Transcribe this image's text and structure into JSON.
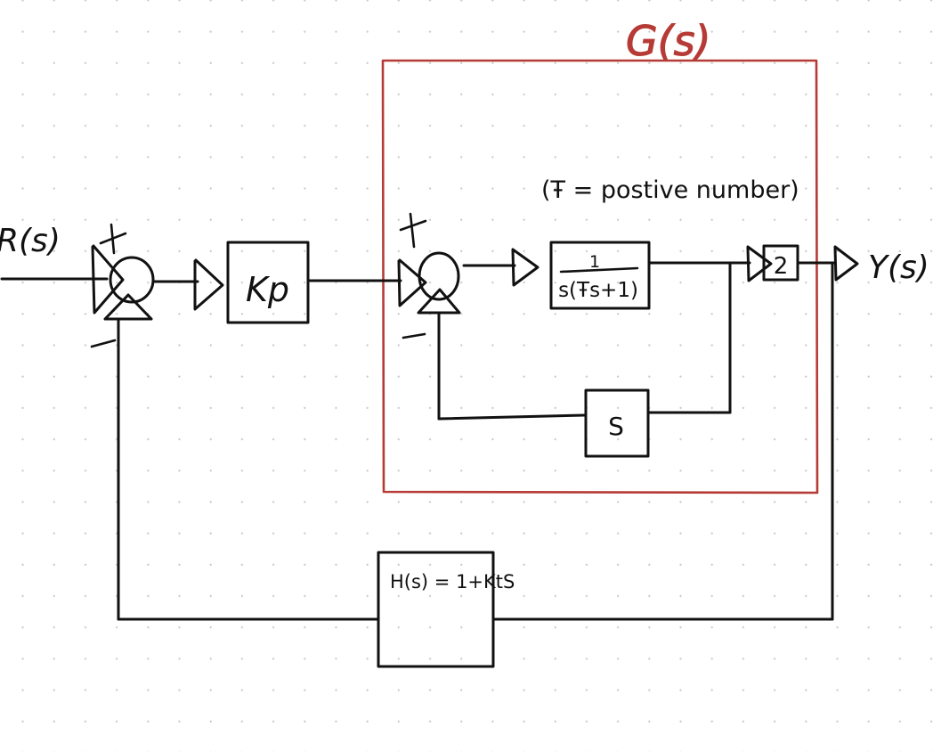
{
  "diagram": {
    "title_annotation": "G(s)",
    "description": "Hand-drawn control system block diagram with inner and outer feedback loops",
    "colors": {
      "ink": "#111111",
      "red_annotation": "#b63b36",
      "grid_dot": "#c9c9c9",
      "background": "#ffffff"
    },
    "signals": {
      "input_label": "R(s)",
      "output_label": "Y(s)"
    },
    "summing_junctions": [
      {
        "name": "outer-summing-junction",
        "plus_label": "+",
        "minus_label": "−"
      },
      {
        "name": "inner-summing-junction",
        "plus_label": "+",
        "minus_label": "−"
      }
    ],
    "blocks": [
      {
        "name": "controller-block",
        "label": "Kp"
      },
      {
        "name": "plant-block",
        "numerator": "1",
        "denominator": "s(Ŧs+1)"
      },
      {
        "name": "gain-block",
        "label": "2"
      },
      {
        "name": "inner-feedback-block",
        "label": "S"
      },
      {
        "name": "outer-feedback-block",
        "label": "H(s) = 1+KtS"
      }
    ],
    "annotations": [
      {
        "name": "tau-note",
        "text": "(Ŧ = postive number)"
      },
      {
        "name": "plant-group-label",
        "text": "G(s)"
      }
    ]
  }
}
